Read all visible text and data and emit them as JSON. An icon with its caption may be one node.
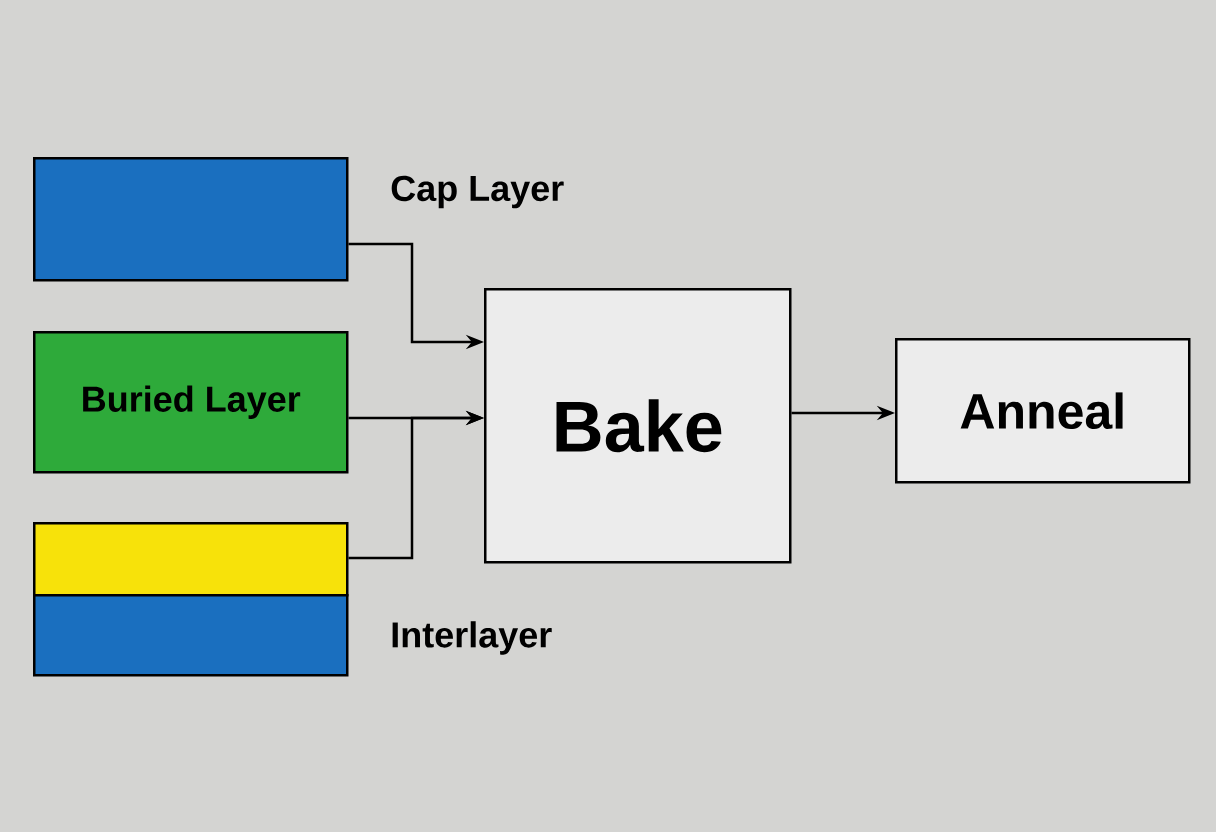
{
  "diagram": {
    "nodes": [
      {
        "text": [],
        "shape": "box",
        "beside": [
          "Cap Layer"
        ]
      },
      {
        "text": [
          "Buried Layer"
        ]
      },
      {
        "text": [],
        "shape": "box"
      },
      {
        "text": [],
        "shape": "box",
        "beside": [
          "Interlayer"
        ]
      },
      {
        "text": [
          "Bake"
        ]
      },
      {
        "text": [
          "Anneal"
        ]
      }
    ],
    "edges": [
      {
        "from": 0,
        "to": 4,
        "arrow": "to"
      },
      {
        "from": 1,
        "to": 4,
        "arrow": "to"
      },
      {
        "from": 2,
        "to": 4,
        "arrow": "to"
      },
      {
        "from": 4,
        "to": 5,
        "arrow": "to"
      }
    ]
  }
}
